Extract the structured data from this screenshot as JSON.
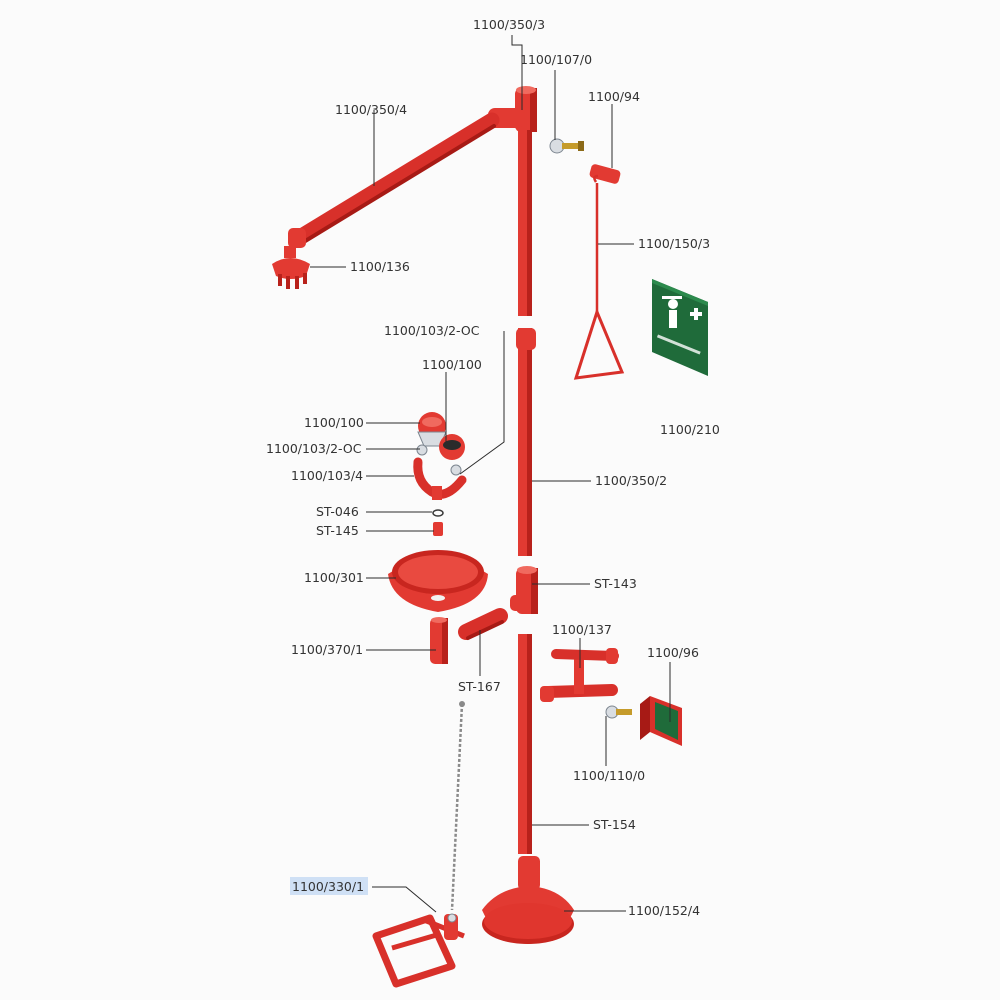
{
  "diagram": {
    "parts": [
      {
        "id": "p1",
        "label": "1100/350/3"
      },
      {
        "id": "p2",
        "label": "1100/107/0"
      },
      {
        "id": "p3",
        "label": "1100/350/4"
      },
      {
        "id": "p4",
        "label": "1100/94"
      },
      {
        "id": "p5",
        "label": "1100/150/3"
      },
      {
        "id": "p6",
        "label": "1100/136"
      },
      {
        "id": "p7",
        "label": "1100/103/2-OC"
      },
      {
        "id": "p8",
        "label": "1100/100"
      },
      {
        "id": "p9",
        "label": "1100/100"
      },
      {
        "id": "p10",
        "label": "1100/103/2-OC"
      },
      {
        "id": "p11",
        "label": "1100/103/4"
      },
      {
        "id": "p12",
        "label": "1100/210"
      },
      {
        "id": "p13",
        "label": "1100/350/2"
      },
      {
        "id": "p14",
        "label": "ST-046"
      },
      {
        "id": "p15",
        "label": "ST-145"
      },
      {
        "id": "p16",
        "label": "1100/301"
      },
      {
        "id": "p17",
        "label": "ST-143"
      },
      {
        "id": "p18",
        "label": "1100/137"
      },
      {
        "id": "p19",
        "label": "1100/370/1"
      },
      {
        "id": "p20",
        "label": "1100/96"
      },
      {
        "id": "p21",
        "label": "ST-167"
      },
      {
        "id": "p22",
        "label": "1100/110/0"
      },
      {
        "id": "p23",
        "label": "ST-154"
      },
      {
        "id": "p24",
        "label": "1100/330/1"
      },
      {
        "id": "p25",
        "label": "1100/152/4"
      }
    ],
    "highlighted_part": "1100/330/1",
    "colors": {
      "pipe_red": "#e23a32",
      "pipe_dark": "#b8211b",
      "sign_green": "#1f6b3a",
      "highlight": "#cfe0f5",
      "leader": "#2b2b2b"
    }
  }
}
